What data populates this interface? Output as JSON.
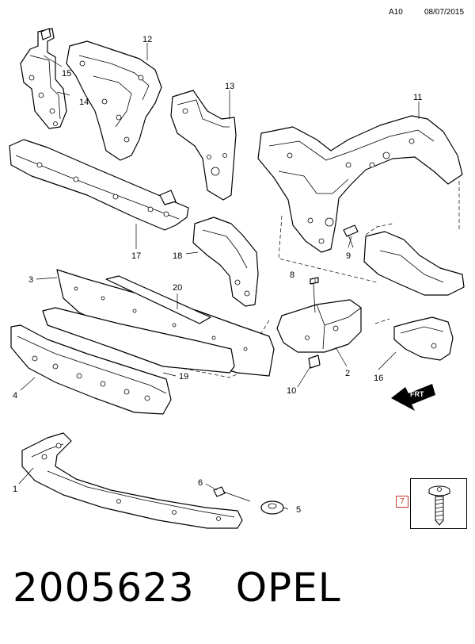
{
  "header": {
    "code": "A10",
    "date": "08/07/2015"
  },
  "callouts": [
    "1",
    "2",
    "3",
    "4",
    "5",
    "6",
    "7",
    "8",
    "9",
    "10",
    "11",
    "12",
    "13",
    "14",
    "15",
    "16",
    "17",
    "18",
    "19",
    "20"
  ],
  "direction_label": "FRT",
  "inset_callout": "7",
  "footer": {
    "part_number": "2005623",
    "brand": "OPEL"
  }
}
